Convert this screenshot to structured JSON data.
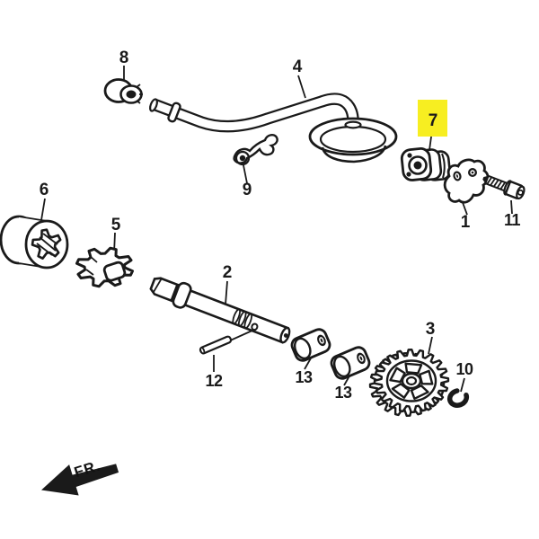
{
  "diagram": {
    "background_color": "#ffffff",
    "line_color": "#1a1a1a",
    "highlight_color": "#f7ee21",
    "highlighted_callout": "7",
    "orientation_label": "FR.",
    "callouts": [
      {
        "part": "8"
      },
      {
        "part": "4"
      },
      {
        "part": "7",
        "highlighted": true
      },
      {
        "part": "9"
      },
      {
        "part": "6"
      },
      {
        "part": "5"
      },
      {
        "part": "1"
      },
      {
        "part": "11"
      },
      {
        "part": "2"
      },
      {
        "part": "12"
      },
      {
        "part": "13"
      },
      {
        "part": "13"
      },
      {
        "part": "3"
      },
      {
        "part": "10"
      }
    ]
  }
}
